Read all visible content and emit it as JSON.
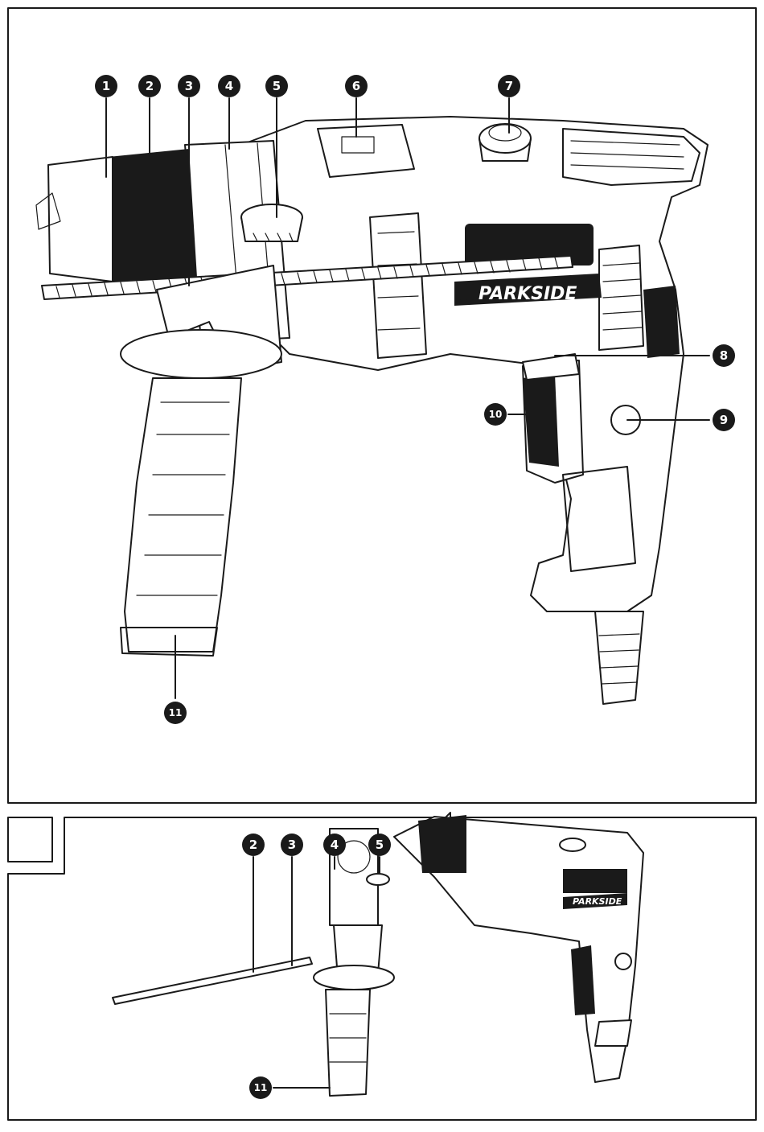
{
  "brand": "PARKSIDE",
  "figure_a": {
    "callouts": [
      {
        "id": "c1",
        "label": "1",
        "part_icon": "drill-chuck"
      },
      {
        "id": "c2",
        "label": "2",
        "part_icon": "depth-stop-rod"
      },
      {
        "id": "c3",
        "label": "3",
        "part_icon": "depth-stop-clamp"
      },
      {
        "id": "c4",
        "label": "4",
        "part_icon": "auxiliary-handle-collar"
      },
      {
        "id": "c5",
        "label": "5",
        "part_icon": "locking-screw"
      },
      {
        "id": "c6",
        "label": "6",
        "part_icon": "drill-mode-selector"
      },
      {
        "id": "c7",
        "label": "7",
        "part_icon": "speed-control-wheel"
      },
      {
        "id": "c8",
        "label": "8",
        "part_icon": "rotation-direction-switch"
      },
      {
        "id": "c9",
        "label": "9",
        "part_icon": "lock-button"
      },
      {
        "id": "c10",
        "label": "10",
        "part_icon": "on-off-trigger"
      },
      {
        "id": "c11",
        "label": "11",
        "part_icon": "auxiliary-handle"
      }
    ]
  },
  "figure_b": {
    "callouts": [
      {
        "id": "b2",
        "label": "2"
      },
      {
        "id": "b3",
        "label": "3"
      },
      {
        "id": "b4",
        "label": "4"
      },
      {
        "id": "b5",
        "label": "5"
      },
      {
        "id": "b11",
        "label": "11"
      }
    ]
  },
  "colors": {
    "ink": "#1a1a1a",
    "paper": "#ffffff"
  }
}
